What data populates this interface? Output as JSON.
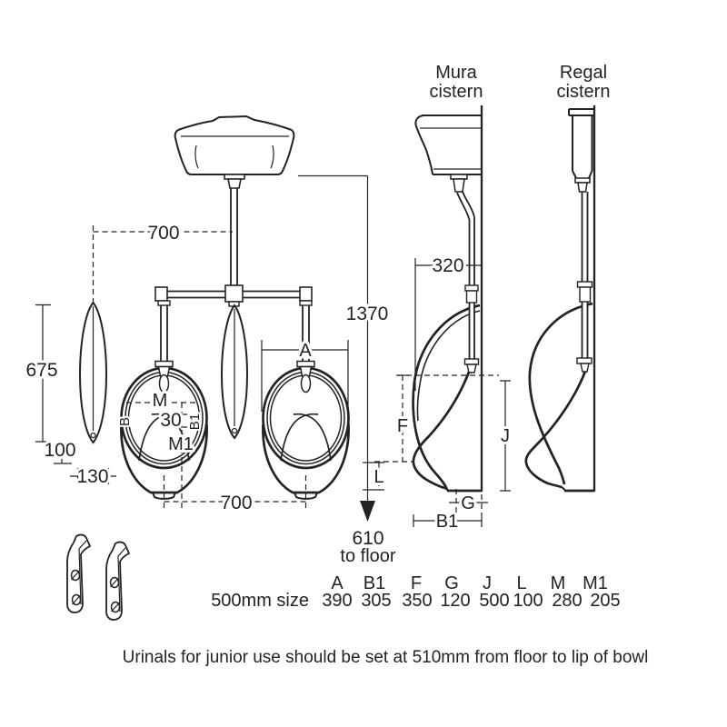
{
  "colors": {
    "ink": "#232323",
    "background": "#ffffff"
  },
  "titles": {
    "mura": {
      "line1": "Mura",
      "line2": "cistern"
    },
    "regal": {
      "line1": "Regal",
      "line2": "cistern"
    }
  },
  "front_dims": {
    "cistern_spacing": "700",
    "total_height": "1370",
    "panel_height": "675",
    "panel_clearance": "100",
    "panel_offset": "130",
    "outlet_spacing": "700",
    "bowl_width": "A",
    "m": "M",
    "m_offset": "30",
    "m1": "M1",
    "b": "B",
    "b1": "B1",
    "outlet_height": "610",
    "outlet_height_note": "to floor"
  },
  "side_dims": {
    "cistern_depth": "320",
    "f": "F",
    "j": "J",
    "l": "L",
    "g": "G",
    "b1": "B1"
  },
  "table": {
    "row_label": "500mm size",
    "columns": [
      "A",
      "B1",
      "F",
      "G",
      "J",
      "L",
      "M",
      "M1"
    ],
    "values": [
      "390",
      "305",
      "350",
      "120",
      "500",
      "100",
      "280",
      "205"
    ]
  },
  "note": "Urinals for junior use should be set at 510mm from floor to lip of bowl"
}
